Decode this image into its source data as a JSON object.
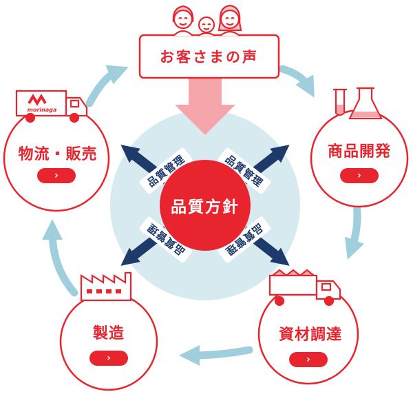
{
  "customer_voice": {
    "label": "お客さまの声"
  },
  "center": {
    "label": "品質方針"
  },
  "quality_control": {
    "label": "品質管理"
  },
  "truck": {
    "brand": "morinaga"
  },
  "nodes": [
    {
      "label": "物流・販売"
    },
    {
      "label": "商品開発"
    },
    {
      "label": "資材調達"
    },
    {
      "label": "製造"
    }
  ],
  "button_glyph": "›",
  "colors": {
    "red": "#e8242f",
    "light_blue": "#d6eaf0",
    "navy": "#1d3a6b",
    "arrow_blue": "#9fcfdd",
    "pink": "#f4a6ab"
  }
}
